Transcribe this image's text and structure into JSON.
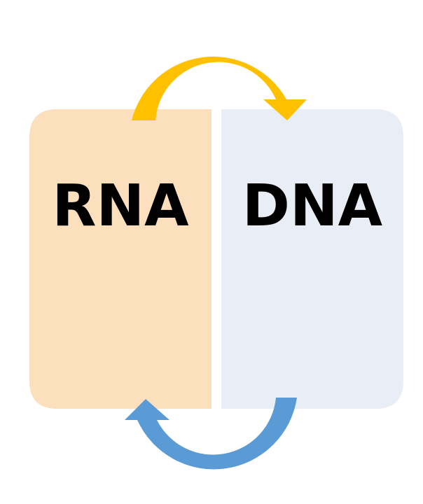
{
  "panels": {
    "rna": {
      "label": "RNA",
      "color": "#FCE0BD"
    },
    "dna": {
      "label": "DNA",
      "color": "#E9EDF6"
    }
  },
  "arrows": {
    "top": {
      "direction": "rna-to-dna",
      "color": "#FFC000",
      "icon": "curved-arrow-right-icon"
    },
    "bottom": {
      "direction": "dna-to-rna",
      "color": "#5B9BD5",
      "icon": "curved-arrow-left-icon"
    }
  }
}
